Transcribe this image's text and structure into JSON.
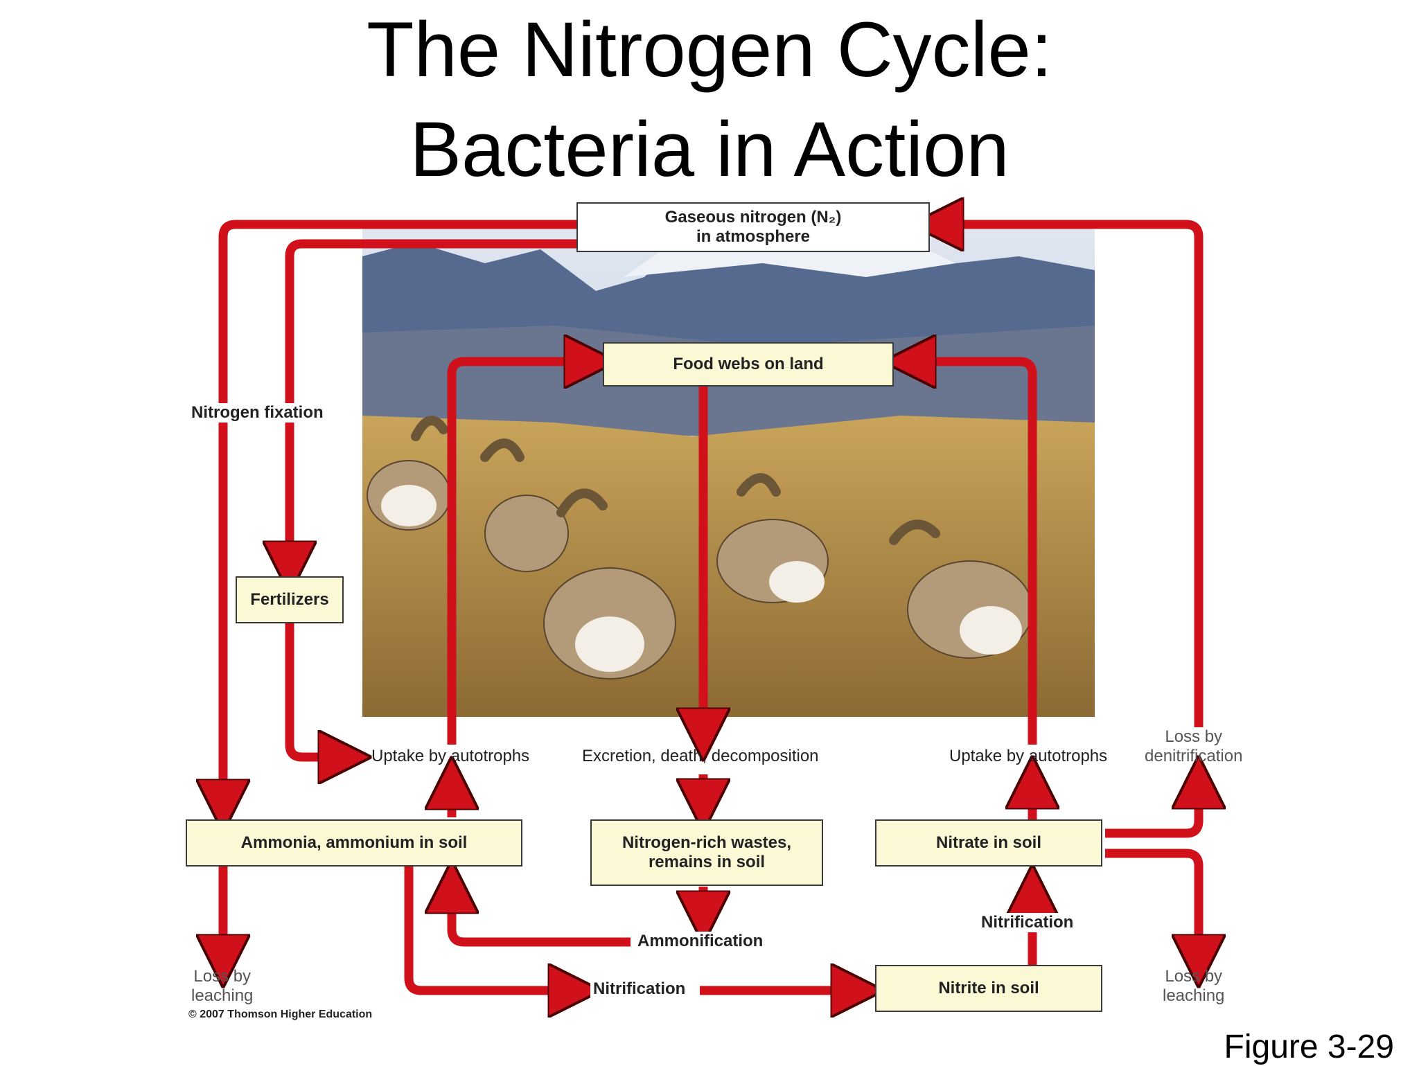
{
  "title": {
    "line1": "The Nitrogen Cycle:",
    "line2": "Bacteria in Action"
  },
  "boxes": {
    "atmosphere": "Gaseous nitrogen (N₂)\nin atmosphere",
    "food_webs": "Food webs on land",
    "fertilizers": "Fertilizers",
    "ammonia": "Ammonia, ammonium in soil",
    "wastes": "Nitrogen-rich wastes,\nremains in soil",
    "nitrate": "Nitrate in soil",
    "nitrite": "Nitrite in soil"
  },
  "labels": {
    "nitrogen_fixation": "Nitrogen fixation",
    "uptake_left": "Uptake by autotrophs",
    "excretion": "Excretion, death, decomposition",
    "uptake_right": "Uptake by autotrophs",
    "loss_denitrification": "Loss by\ndenitrification",
    "ammonification": "Ammonification",
    "nitrification_bottom": "Nitrification",
    "nitrification_right": "Nitrification",
    "loss_leaching_left": "Loss by\nleaching",
    "loss_leaching_right": "Loss by\nleaching"
  },
  "copyright": "© 2007 Thomson Higher Education",
  "figure_label": "Figure 3-29",
  "colors": {
    "arrow": "#d0101a",
    "box_fill": "#fbf8d6"
  }
}
